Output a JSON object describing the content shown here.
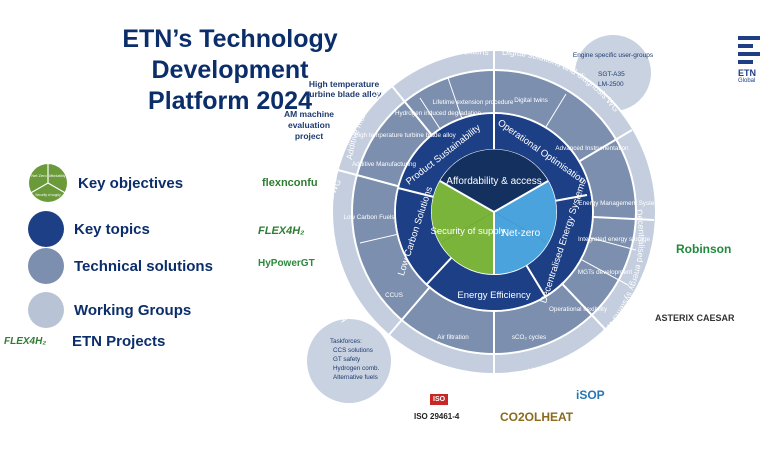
{
  "title": "ETN's Technology Development Platform 2024",
  "title_lines": [
    "ETN’s Technology",
    "Development",
    "Platform 2024"
  ],
  "legend": [
    {
      "label": "Key objectives",
      "color": "#6b9a3a"
    },
    {
      "label": "Key topics",
      "color": "#1d3f86"
    },
    {
      "label": "Technical solutions",
      "color": "#7c8fae"
    },
    {
      "label": "Working Groups",
      "color": "#b8c3d6"
    },
    {
      "label": "ETN Projects",
      "color": "#1d3f86"
    }
  ],
  "legend_icon_texts": [
    "Net Zero",
    "Affordability",
    "Security of supply"
  ],
  "objectives": {
    "affordability": "Affordability & access",
    "security": "Security of supply",
    "netzero": "Net-zero"
  },
  "topics": {
    "product_sustainability": "Product Sustainability",
    "operational_optimisation": "Operational Optimisation",
    "decentralised": "Decentralised Energy Systems",
    "energy_efficiency": "Energy Efficiency",
    "low_carbon": "Low Carbon Solutions"
  },
  "solutions": {
    "lifetime": "Lifetime extension procedure",
    "hydrogen_degradation": "Hydrogen induced degradation",
    "ht_alloy_inner": "High temperature turbine blade alloy",
    "additive_manufacturing": "Additive Manufacturing",
    "digital_twins": "Digital twins",
    "advanced_instrumentation": "Advanced Instrumentation",
    "ems": "Energy Management System",
    "integrated_storage": "Integrated energy storage",
    "mgts": "MGTs development",
    "operational_flexibility": "Operational flexibility",
    "sco2": "sCO₂ cycles",
    "air_filtration": "Air filtration",
    "ccus": "CCUS",
    "low_carbon_fuels": "Low Carbon Fuels"
  },
  "working_groups": {
    "life": "Life assessment & extension WG",
    "digital": "Digital solutions and diagnosis WG",
    "decentralised": "Decentralised energy systems WG",
    "supercritical": "Supercritical CO₂ WG",
    "air": "Air filtration WG",
    "hydrogen": "Hydrogen & other alternative fuels WG",
    "additive": "Additive manufacturing WG"
  },
  "notes": {
    "ht_alloy": "High temperature turbine blade alloy",
    "am_machine": "AM machine evaluation project",
    "engine_title": "Engine specific user-groups",
    "engine_items": [
      "SGT-A35",
      "LM-2500"
    ],
    "taskforces_title": "Taskforces:",
    "taskforces_items": [
      "CCS solutions",
      "GT safety",
      "Hydrogen comb.",
      "Alternative fuels"
    ]
  },
  "projects": {
    "flexnconfu": "flexnconfu",
    "flex4h2": "FLEX4H₂",
    "hypowergt": "HyPowerGT",
    "robinson": "Robinson",
    "asterix": "ASTERIX CAESAR",
    "iso_badge": "ISO",
    "iso_text": "ISO 29461-4",
    "co2olheat": "CO2OLHEAT",
    "isop": "iSOP",
    "flex4h2_legend": "FLEX4H₂",
    "etn_logo": "ETN",
    "etn_logo_sub": "Global"
  },
  "colors": {
    "title": "#0b2e6b",
    "core": "#13305f",
    "green": "#7bb43a",
    "blue": "#4aa3dc",
    "topic": "#1d3f86",
    "solution": "#5e769c",
    "wg_ring": "#9fb0c9",
    "outer": "#c4cede"
  }
}
